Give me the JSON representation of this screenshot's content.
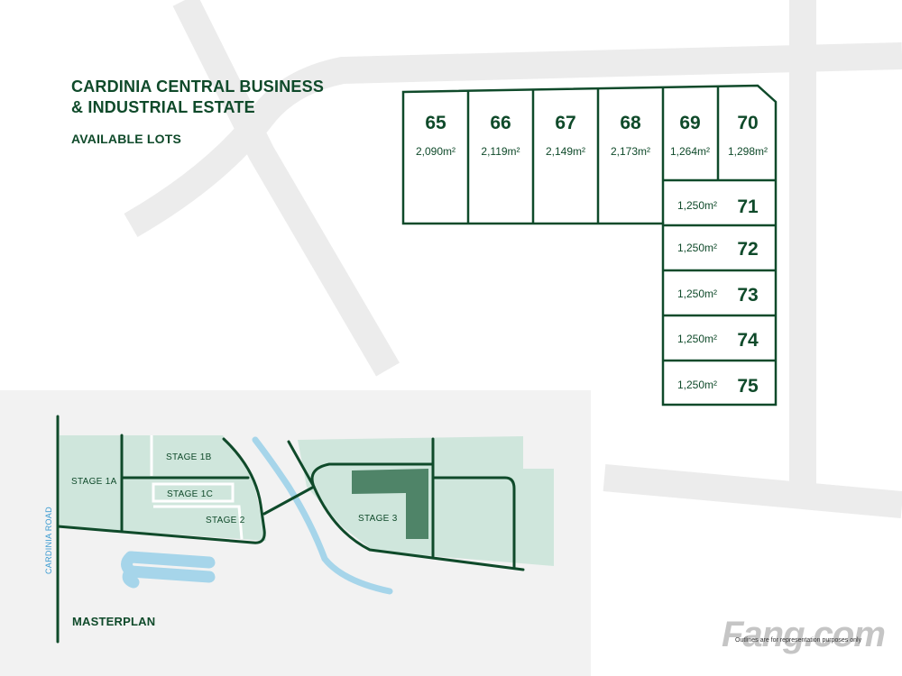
{
  "header": {
    "title_line1": "CARDINIA CENTRAL BUSINESS",
    "title_line2": "& INDUSTRIAL ESTATE",
    "subtitle": "AVAILABLE LOTS"
  },
  "lots": [
    {
      "number": "65",
      "area": "2,090m²"
    },
    {
      "number": "66",
      "area": "2,119m²"
    },
    {
      "number": "67",
      "area": "2,149m²"
    },
    {
      "number": "68",
      "area": "2,173m²"
    },
    {
      "number": "69",
      "area": "1,264m²"
    },
    {
      "number": "70",
      "area": "1,298m²"
    },
    {
      "number": "71",
      "area": "1,250m²"
    },
    {
      "number": "72",
      "area": "1,250m²"
    },
    {
      "number": "73",
      "area": "1,250m²"
    },
    {
      "number": "74",
      "area": "1,250m²"
    },
    {
      "number": "75",
      "area": "1,250m²"
    }
  ],
  "masterplan": {
    "label": "MASTERPLAN",
    "road_label": "CARDINIA ROAD",
    "stages": [
      "STAGE 1A",
      "STAGE 1B",
      "STAGE 1C",
      "STAGE 2",
      "STAGE 3"
    ]
  },
  "disclaimer": "Outlines are for representation purposes only",
  "watermark": "Fang.com",
  "colors": {
    "dark_green": "#0f4a2a",
    "light_green": "#cfe6dc",
    "building_green": "#4f8468",
    "water_blue": "#a6d5ea",
    "road_grey": "#ececec",
    "panel_grey": "#f2f2f2"
  }
}
